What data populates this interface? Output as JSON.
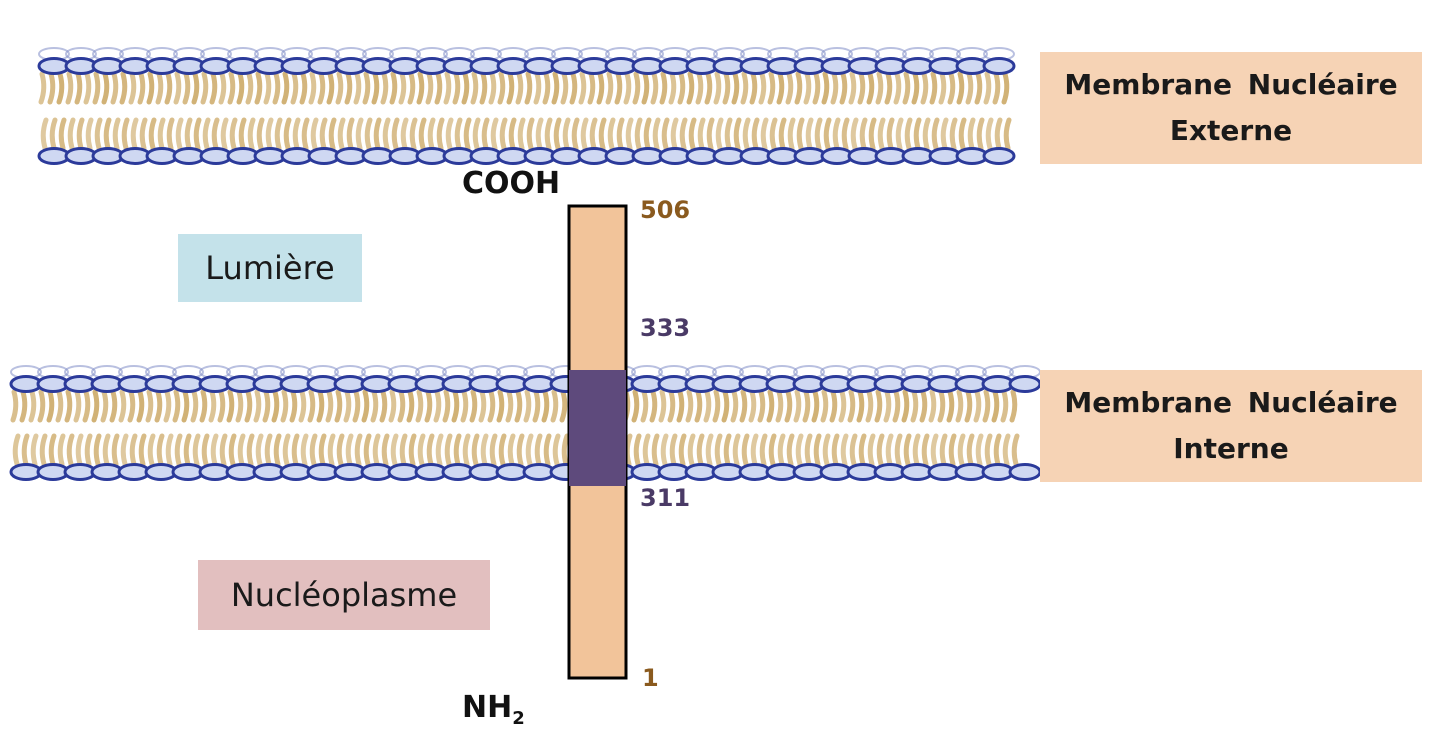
{
  "membranes": {
    "outer": {
      "line1": "Membrane Nucléaire",
      "line2": "Externe"
    },
    "inner": {
      "line1": "Membrane Nucléaire",
      "line2": "Interne"
    }
  },
  "compartments": {
    "lumen": "Lumière",
    "nucleoplasm": "Nucléoplasme"
  },
  "protein": {
    "c_terminus": "COOH",
    "n_terminus": "NH",
    "n_terminus_sub": "2",
    "residues": {
      "end": "506",
      "tm_start_top": "333",
      "tm_end_bottom": "311",
      "start": "1"
    }
  },
  "colors": {
    "head_group": "#2b3a9a",
    "head_fill": "#cfd8f2",
    "tail": "#c9a45e",
    "protein_fill": "#f2c49a",
    "tm_domain": "#5e4a7c",
    "label_peach": "#f6d3b5",
    "label_blue": "#c4e2ea",
    "label_pink": "#e2bfbf",
    "residue_brown": "#8a5a1e",
    "residue_purple": "#4a3a66"
  }
}
